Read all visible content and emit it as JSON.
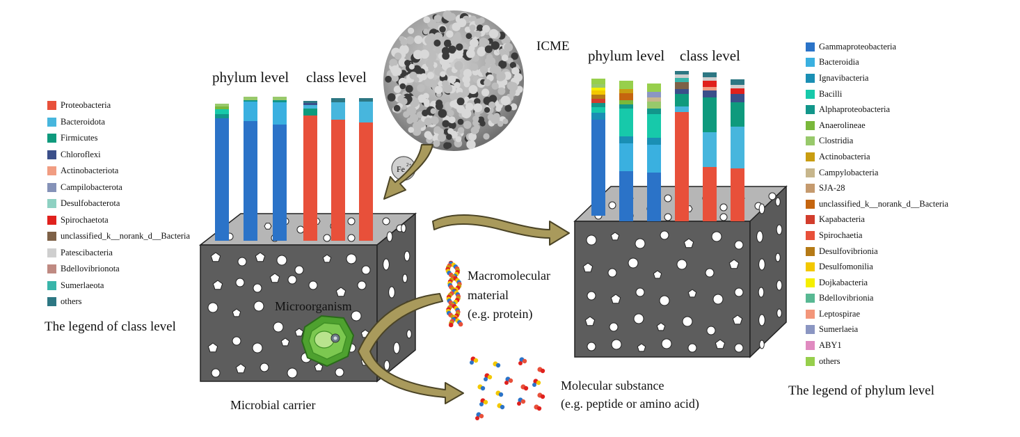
{
  "labels": {
    "icme": "ICME",
    "fe": "Fe",
    "fe_sup": "2+",
    "phylum_level_left": "phylum level",
    "class_level_left": "class level",
    "phylum_level_right": "phylum level",
    "class_level_right": "class level",
    "microorganism": "Microorganism",
    "microbial_carrier": "Microbial carrier",
    "macromolecular_line1": "Macromolecular",
    "macromolecular_line2": "material",
    "macromolecular_line3": "(e.g. protein)",
    "molecular_line1": "Molecular substance",
    "molecular_line2": "(e.g. peptide or amino acid)"
  },
  "legend_class": {
    "caption": "The legend of class level",
    "items": [
      {
        "label": "Proteobacteria",
        "color": "#e8503a"
      },
      {
        "label": "Bacteroidota",
        "color": "#47b6dd"
      },
      {
        "label": "Firmicutes",
        "color": "#0f9a7d"
      },
      {
        "label": "Chloroflexi",
        "color": "#3b4f8a"
      },
      {
        "label": "Actinobacteriota",
        "color": "#f19d82"
      },
      {
        "label": "Campilobacterota",
        "color": "#8592b8"
      },
      {
        "label": "Desulfobacterota",
        "color": "#8ed1c2"
      },
      {
        "label": "Spirochaetota",
        "color": "#e0211d"
      },
      {
        "label": "unclassified_k__norank_d__Bacteria",
        "color": "#7e6147"
      },
      {
        "label": "Patescibacteria",
        "color": "#cfcfcf"
      },
      {
        "label": "Bdellovibrionota",
        "color": "#bf8a82"
      },
      {
        "label": "Sumerlaeota",
        "color": "#39b5aa"
      },
      {
        "label": "others",
        "color": "#2d7783"
      }
    ]
  },
  "legend_phylum": {
    "caption": "The legend of phylum level",
    "items": [
      {
        "label": "Gammaproteobacteria",
        "color": "#2b73c8"
      },
      {
        "label": "Bacteroidia",
        "color": "#3ab0e0"
      },
      {
        "label": "Ignavibacteria",
        "color": "#1a8fb4"
      },
      {
        "label": "Bacilli",
        "color": "#17c9aa"
      },
      {
        "label": "Alphaproteobacteria",
        "color": "#12968a"
      },
      {
        "label": "Anaerolineae",
        "color": "#7ab83b"
      },
      {
        "label": "Clostridia",
        "color": "#98c96b"
      },
      {
        "label": "Actinobacteria",
        "color": "#c99d11"
      },
      {
        "label": "Campylobacteria",
        "color": "#c7b68c"
      },
      {
        "label": "SJA-28",
        "color": "#c59a6e"
      },
      {
        "label": "unclassified_k__norank_d__Bacteria",
        "color": "#c5650f"
      },
      {
        "label": "Kapabacteria",
        "color": "#d23d2c"
      },
      {
        "label": "Spirochaetia",
        "color": "#e8503a"
      },
      {
        "label": "Desulfovibrionia",
        "color": "#b57a16"
      },
      {
        "label": "Desulfomonilia",
        "color": "#f3c800"
      },
      {
        "label": "Dojkabacteria",
        "color": "#f5ef00"
      },
      {
        "label": "Bdellovibrionia",
        "color": "#58b893"
      },
      {
        "label": "Leptospirae",
        "color": "#f3967a"
      },
      {
        "label": "Sumerlaeia",
        "color": "#8b96c2"
      },
      {
        "label": "ABY1",
        "color": "#e08ac0"
      },
      {
        "label": "others",
        "color": "#97cf4c"
      }
    ]
  },
  "colors": {
    "carrier_face": "#5f5f5f",
    "carrier_top": "#b8b8b8",
    "arrow_fill": "#a99a5c",
    "arrow_stroke": "#4b4426",
    "fe_circle": "#cfcfcf",
    "icme_sphere": "#a6a6a6"
  }
}
